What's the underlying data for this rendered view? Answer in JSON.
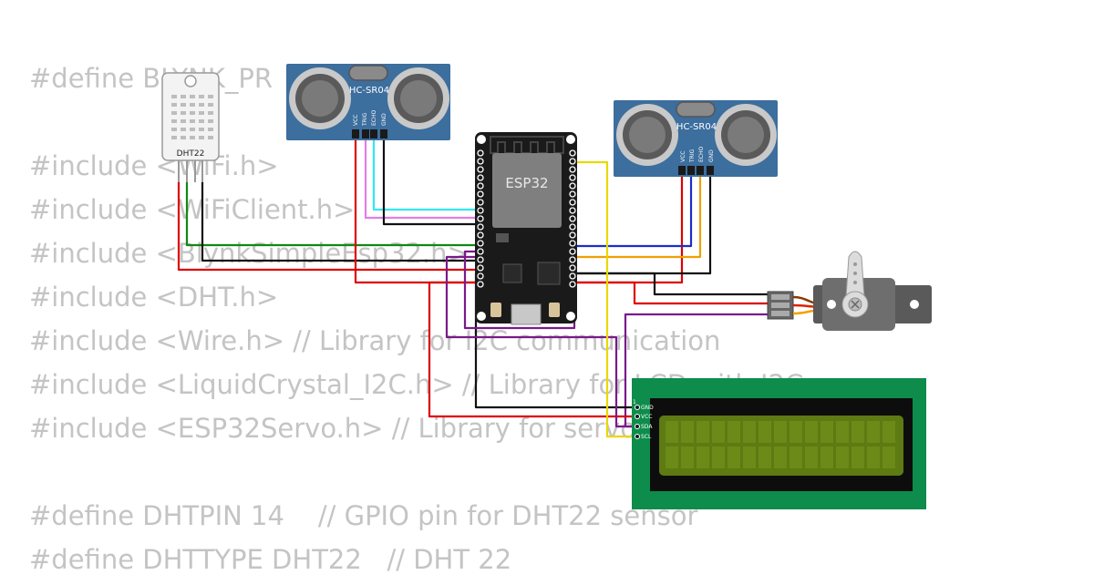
{
  "code_lines": [
    "#define BLYNK_PR",
    "",
    "#include <WiFi.h>",
    "#include <WiFiClient.h>",
    "#include <BlynkSimpleEsp32.h>",
    "#include <DHT.h>",
    "#include <Wire.h> // Library for I2C communication",
    "#include <LiquidCrystal_I2C.h> // Library for LCD with I2C",
    "#include <ESP32Servo.h> // Library for servo",
    "",
    "#define DHTPIN 14    // GPIO pin for DHT22 sensor",
    "#define DHTTYPE DHT22   // DHT 22"
  ],
  "components": {
    "dht22": {
      "label": "DHT22"
    },
    "ultrasonic_left": {
      "label": "HC-SR04",
      "pins": [
        "VCC",
        "TRIG",
        "ECHO",
        "GND"
      ]
    },
    "ultrasonic_right": {
      "label": "HC-SR04",
      "pins": [
        "VCC",
        "TRIG",
        "ECHO",
        "GND"
      ]
    },
    "esp32": {
      "label": "ESP32"
    },
    "lcd": {
      "pin_index": "1",
      "pins": [
        "GND",
        "VCC",
        "SDA",
        "SCL"
      ]
    },
    "servo": {}
  },
  "colors": {
    "sensor_board": "#3c6e9e",
    "esp_board": "#1a1a1a",
    "lcd_pcb": "#0e8c4c",
    "lcd_screen": "#5e7a12",
    "wire_red": "#dd0000",
    "wire_black": "#111111",
    "wire_green": "#118811",
    "wire_pink": "#e27de8",
    "wire_cyan": "#33e8ee",
    "wire_blue": "#1a2ecc",
    "wire_orange": "#f0a000",
    "wire_yellow": "#e8d800",
    "wire_purple": "#7a1a8a"
  }
}
